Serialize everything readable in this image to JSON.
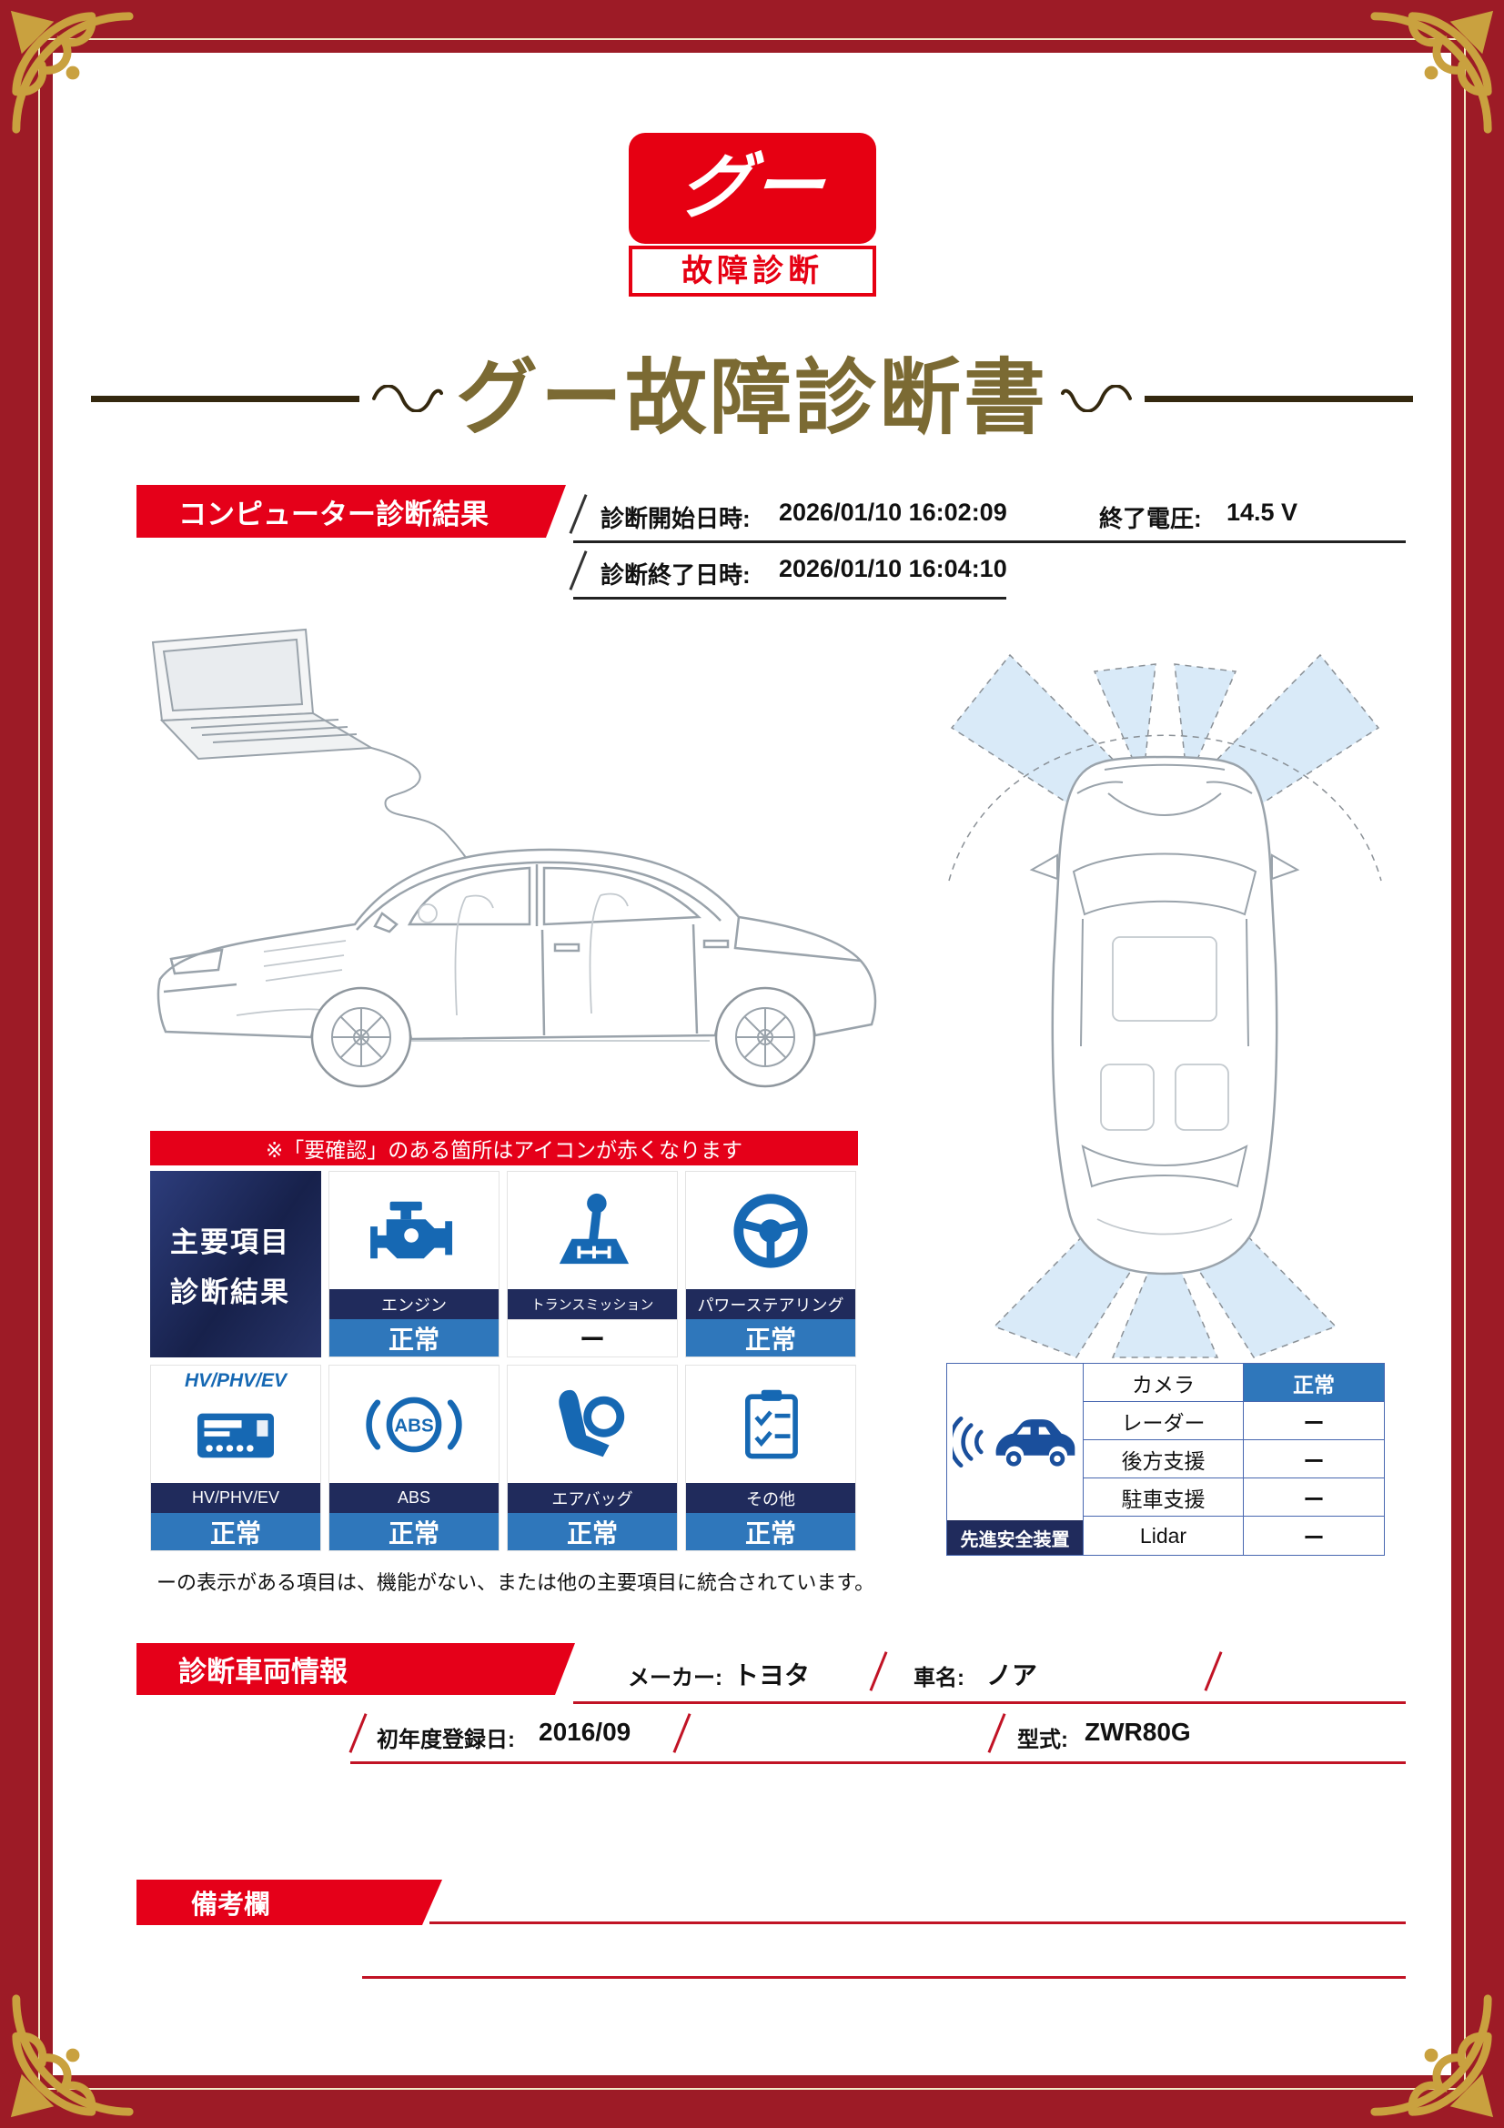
{
  "logo": {
    "main": "グー",
    "sub": "故障診断"
  },
  "title": "グー故障診断書",
  "diagnosis": {
    "banner": "コンピューター診断結果",
    "start_label": "診断開始日時:",
    "start_value": "2026/01/10 16:02:09",
    "voltage_label": "終了電圧:",
    "voltage_value": "14.5 V",
    "end_label": "診断終了日時:",
    "end_value": "2026/01/10 16:04:10"
  },
  "notice": "※「要確認」のある箇所はアイコンが赤くなります",
  "main_grid": {
    "header_line1": "主要項目",
    "header_line2": "診断結果",
    "items": [
      {
        "label": "エンジン",
        "status": "正常"
      },
      {
        "label": "トランスミッション",
        "status": "ー"
      },
      {
        "label": "パワーステアリング",
        "status": "正常"
      },
      {
        "label": "HV/PHV/EV",
        "status": "正常",
        "overlay": "HV/PHV/EV"
      },
      {
        "label": "ABS",
        "status": "正常"
      },
      {
        "label": "エアバッグ",
        "status": "正常"
      },
      {
        "label": "その他",
        "status": "正常"
      }
    ],
    "footnote": "ーの表示がある項目は、機能がない、または他の主要項目に統合されています。"
  },
  "safety": {
    "label": "先進安全装置",
    "rows": [
      {
        "name": "カメラ",
        "status": "正常"
      },
      {
        "name": "レーダー",
        "status": "ー"
      },
      {
        "name": "後方支援",
        "status": "ー"
      },
      {
        "name": "駐車支援",
        "status": "ー"
      },
      {
        "name": "Lidar",
        "status": "ー"
      }
    ]
  },
  "vehicle": {
    "banner": "診断車両情報",
    "maker_label": "メーカー:",
    "maker_value": "トヨタ",
    "name_label": "車名:",
    "name_value": "ノア",
    "registration_label": "初年度登録日:",
    "registration_value": "2016/09",
    "model_label": "型式:",
    "model_value": "ZWR80G"
  },
  "remarks": {
    "banner": "備考欄"
  },
  "colors": {
    "accent_red": "#e60019",
    "navy": "#1c2756",
    "status_blue": "#2f77bb",
    "icon_blue": "#1668b3",
    "frame_maroon": "#9d1b26",
    "gold": "#c9a13f",
    "title_bronze": "#7b6a33"
  }
}
